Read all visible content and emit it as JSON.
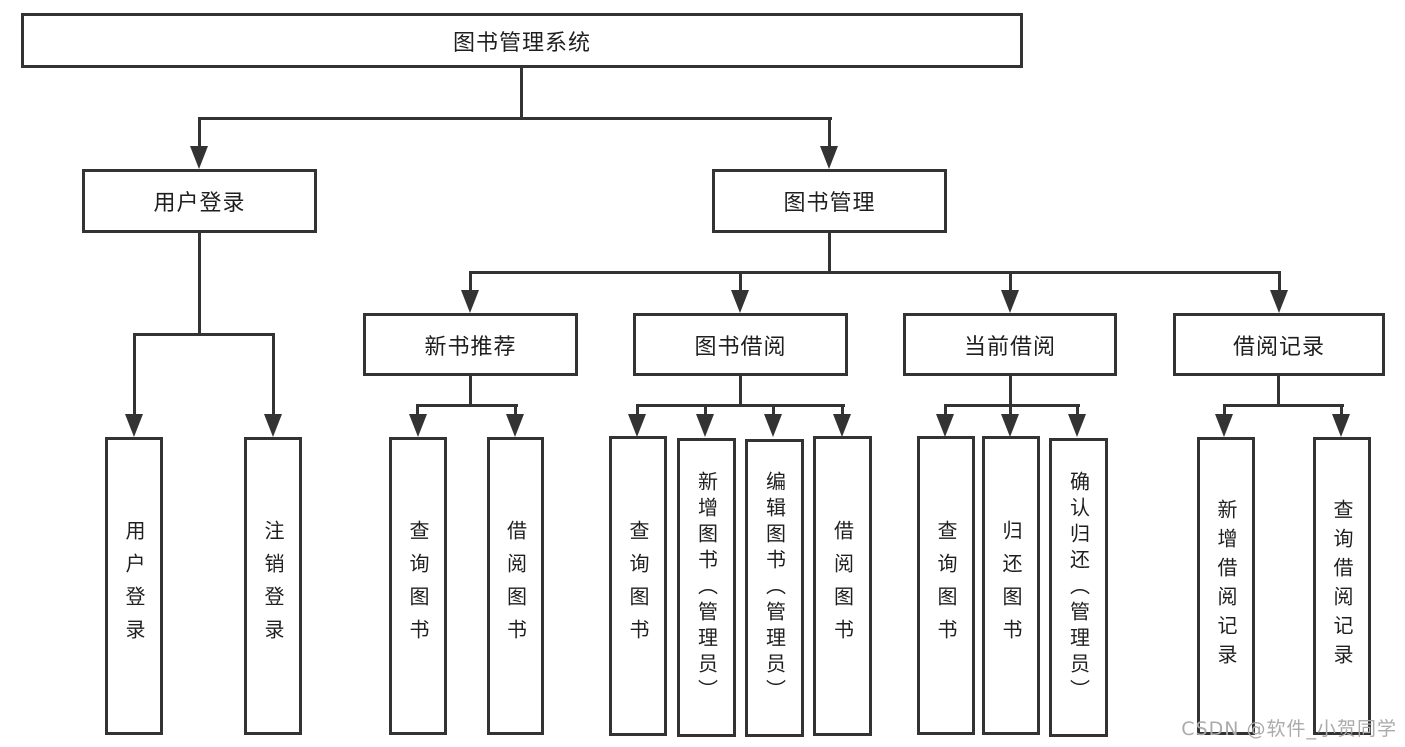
{
  "diagram": {
    "root": {
      "label": "图书管理系统"
    },
    "branches": [
      {
        "label": "用户登录",
        "children": [
          {
            "label": "用户登录"
          },
          {
            "label": "注销登录"
          }
        ]
      },
      {
        "label": "图书管理",
        "children": [
          {
            "label": "新书推荐",
            "children": [
              {
                "label": "查询图书"
              },
              {
                "label": "借阅图书"
              }
            ]
          },
          {
            "label": "图书借阅",
            "children": [
              {
                "label": "查询图书"
              },
              {
                "label": "新增图书（管理员）"
              },
              {
                "label": "编辑图书（管理员）"
              },
              {
                "label": "借阅图书"
              }
            ]
          },
          {
            "label": "当前借阅",
            "children": [
              {
                "label": "查询图书"
              },
              {
                "label": "归还图书"
              },
              {
                "label": "确认归还（管理员）"
              }
            ]
          },
          {
            "label": "借阅记录",
            "children": [
              {
                "label": "新增借阅记录"
              },
              {
                "label": "查询借阅记录"
              }
            ]
          }
        ]
      }
    ]
  },
  "watermark": {
    "text": "CSDN @软件_小贺同学"
  },
  "colors": {
    "line": "#333333",
    "text": "#1f1f1f",
    "watermark": "#ababab",
    "background": "#ffffff"
  }
}
